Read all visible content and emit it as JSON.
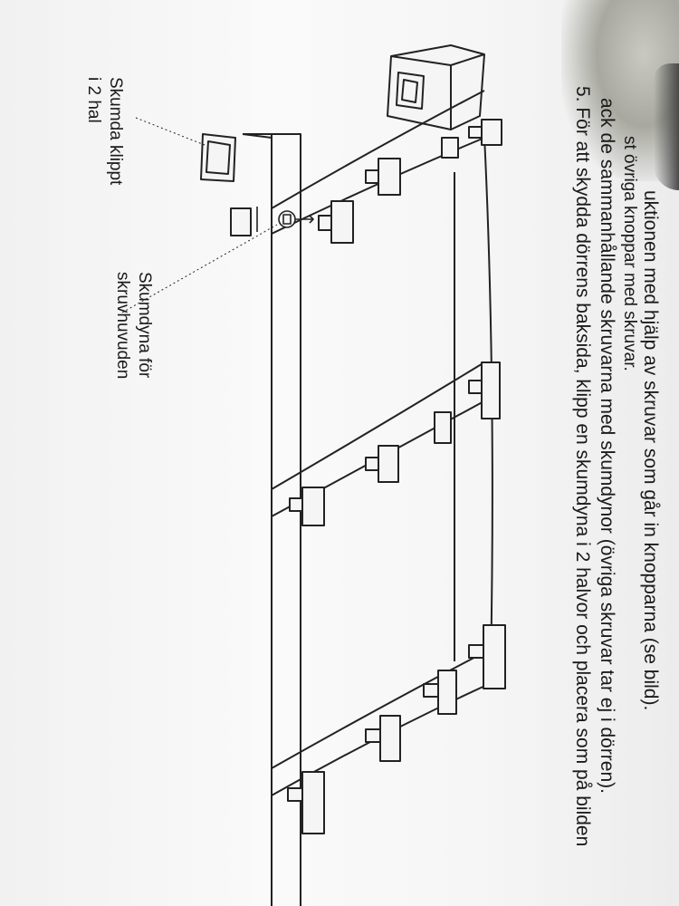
{
  "instructions": {
    "line1": "uktionen med hjälp av skruvar som går in knopparna (se bild).",
    "line2": "st övriga knoppar med skruvar.",
    "line3": "ack de sammanhållande skruvarna med skumdynor (övriga skruvar tar ej i dörren).",
    "line4": "5. För att skydda dörrens baksida, klipp en skumdyna i 2 halvor och placera som på bilden"
  },
  "captions": {
    "foam_cut_line1": "Skumda klippt",
    "foam_cut_line2": "i 2 hal",
    "foam_pad_line1": "Skumdyna för",
    "foam_pad_line2": "skruvhuvuden"
  }
}
